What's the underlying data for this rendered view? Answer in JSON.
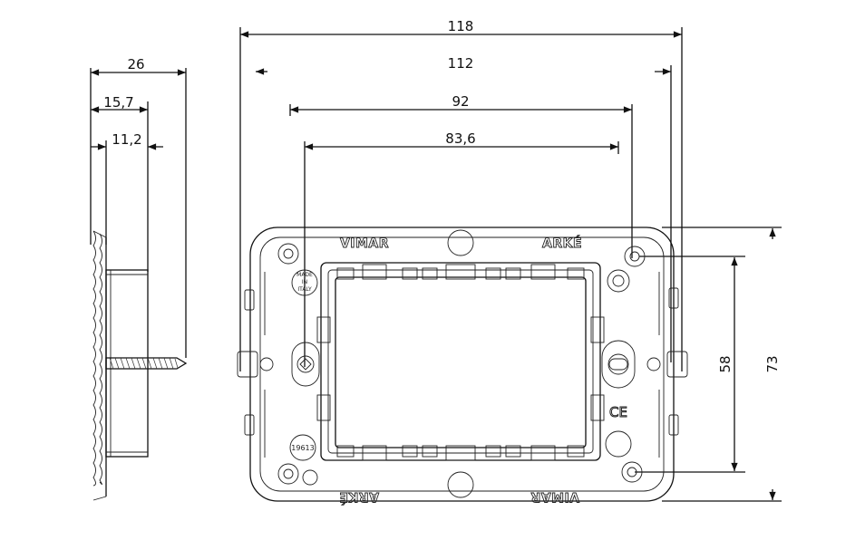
{
  "dimensions": {
    "side_total_depth": "26",
    "side_depth_mid": "15,7",
    "side_depth_inner": "11,2",
    "overall_width": "118",
    "hole_spacing_width": "112",
    "inner_width": "92",
    "opening_width": "83,6",
    "inner_height": "58",
    "overall_height": "73"
  },
  "markings": {
    "brand_top": "VIMAR",
    "brand_bottom": "VIMAR",
    "series_top": "ARKÉ",
    "series_bottom": "ARKÉ",
    "made_in_italy": [
      "MADE",
      "IN",
      "ITALY"
    ],
    "part_code": "19613",
    "ce_mark": "CE"
  },
  "colors": {
    "line": "#111111",
    "background": "#ffffff"
  }
}
